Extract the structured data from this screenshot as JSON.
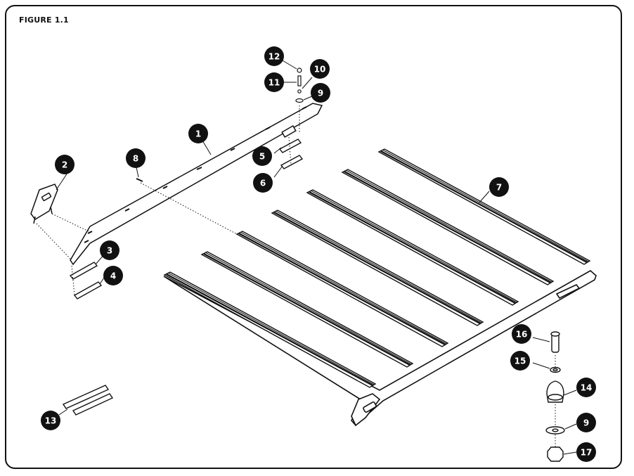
{
  "figure": {
    "title": "FIGURE 1.1"
  },
  "callouts": [
    {
      "id": "c1",
      "label": "1"
    },
    {
      "id": "c2",
      "label": "2"
    },
    {
      "id": "c3",
      "label": "3"
    },
    {
      "id": "c4",
      "label": "4"
    },
    {
      "id": "c5",
      "label": "5"
    },
    {
      "id": "c6",
      "label": "6"
    },
    {
      "id": "c7",
      "label": "7"
    },
    {
      "id": "c8",
      "label": "8"
    },
    {
      "id": "c9a",
      "label": "9"
    },
    {
      "id": "c10",
      "label": "10"
    },
    {
      "id": "c11",
      "label": "11"
    },
    {
      "id": "c12",
      "label": "12"
    },
    {
      "id": "c13",
      "label": "13"
    },
    {
      "id": "c14",
      "label": "14"
    },
    {
      "id": "c15",
      "label": "15"
    },
    {
      "id": "c16",
      "label": "16"
    },
    {
      "id": "c9b",
      "label": "9"
    },
    {
      "id": "c17",
      "label": "17"
    }
  ],
  "colors": {
    "ink": "#111111",
    "paper": "#ffffff"
  }
}
